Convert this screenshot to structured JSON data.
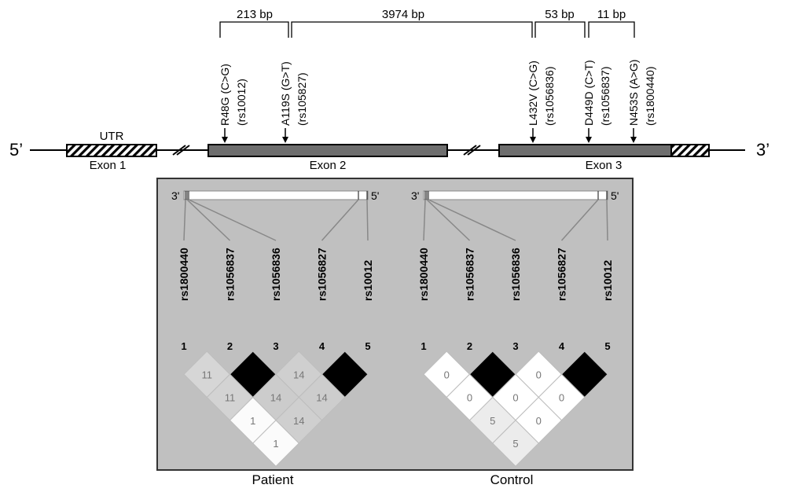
{
  "gene": {
    "five_prime": "5’",
    "three_prime": "3’",
    "utr_label": "UTR",
    "exons": [
      {
        "label": "Exon 1"
      },
      {
        "label": "Exon 2"
      },
      {
        "label": "Exon 3"
      }
    ],
    "distances": [
      "213 bp",
      "3974 bp",
      "53 bp",
      "11 bp"
    ],
    "snps": [
      {
        "variant": "R48G (C>G)",
        "rs": "(rs10012)"
      },
      {
        "variant": "A119S (G>T)",
        "rs": "(rs105827)"
      },
      {
        "variant": "L432V (C>G)",
        "rs": "(rs1056836)"
      },
      {
        "variant": "D449D (C>T)",
        "rs": "(rs1056837)"
      },
      {
        "variant": "N453S (A>G)",
        "rs": "(rs1800440)"
      }
    ]
  },
  "ld_panels": [
    {
      "name": "Patient",
      "strand_left": "3'",
      "strand_right": "5'",
      "markers": [
        "rs1800440",
        "rs1056837",
        "rs1056836",
        "rs1056827",
        "rs10012"
      ],
      "indices": [
        "1",
        "2",
        "3",
        "4",
        "5"
      ],
      "cells": [
        {
          "i": 1,
          "j": 2,
          "value": "11",
          "shade": "#d6d6d6"
        },
        {
          "i": 2,
          "j": 3,
          "value": "",
          "shade": "#000000"
        },
        {
          "i": 3,
          "j": 4,
          "value": "14",
          "shade": "#cfcfcf"
        },
        {
          "i": 4,
          "j": 5,
          "value": "",
          "shade": "#000000"
        },
        {
          "i": 1,
          "j": 3,
          "value": "11",
          "shade": "#d3d3d3"
        },
        {
          "i": 2,
          "j": 4,
          "value": "14",
          "shade": "#cccccc"
        },
        {
          "i": 3,
          "j": 5,
          "value": "14",
          "shade": "#cdcdcd"
        },
        {
          "i": 1,
          "j": 4,
          "value": "1",
          "shade": "#fbfbfb"
        },
        {
          "i": 2,
          "j": 5,
          "value": "14",
          "shade": "#cfcfcf"
        },
        {
          "i": 1,
          "j": 5,
          "value": "1",
          "shade": "#fbfbfb"
        }
      ]
    },
    {
      "name": "Control",
      "strand_left": "3'",
      "strand_right": "5'",
      "markers": [
        "rs1800440",
        "rs1056837",
        "rs1056836",
        "rs1056827",
        "rs10012"
      ],
      "indices": [
        "1",
        "2",
        "3",
        "4",
        "5"
      ],
      "cells": [
        {
          "i": 1,
          "j": 2,
          "value": "0",
          "shade": "#ffffff"
        },
        {
          "i": 2,
          "j": 3,
          "value": "",
          "shade": "#000000"
        },
        {
          "i": 3,
          "j": 4,
          "value": "0",
          "shade": "#ffffff"
        },
        {
          "i": 4,
          "j": 5,
          "value": "",
          "shade": "#000000"
        },
        {
          "i": 1,
          "j": 3,
          "value": "0",
          "shade": "#ffffff"
        },
        {
          "i": 2,
          "j": 4,
          "value": "0",
          "shade": "#ffffff"
        },
        {
          "i": 3,
          "j": 5,
          "value": "0",
          "shade": "#ffffff"
        },
        {
          "i": 1,
          "j": 4,
          "value": "5",
          "shade": "#ececec"
        },
        {
          "i": 2,
          "j": 5,
          "value": "0",
          "shade": "#ffffff"
        },
        {
          "i": 1,
          "j": 5,
          "value": "5",
          "shade": "#ececec"
        }
      ]
    }
  ],
  "colors": {
    "exon_fill": "#6e6e6e",
    "panel_bg": "#c0c0c0",
    "cell_text": "#777777"
  }
}
